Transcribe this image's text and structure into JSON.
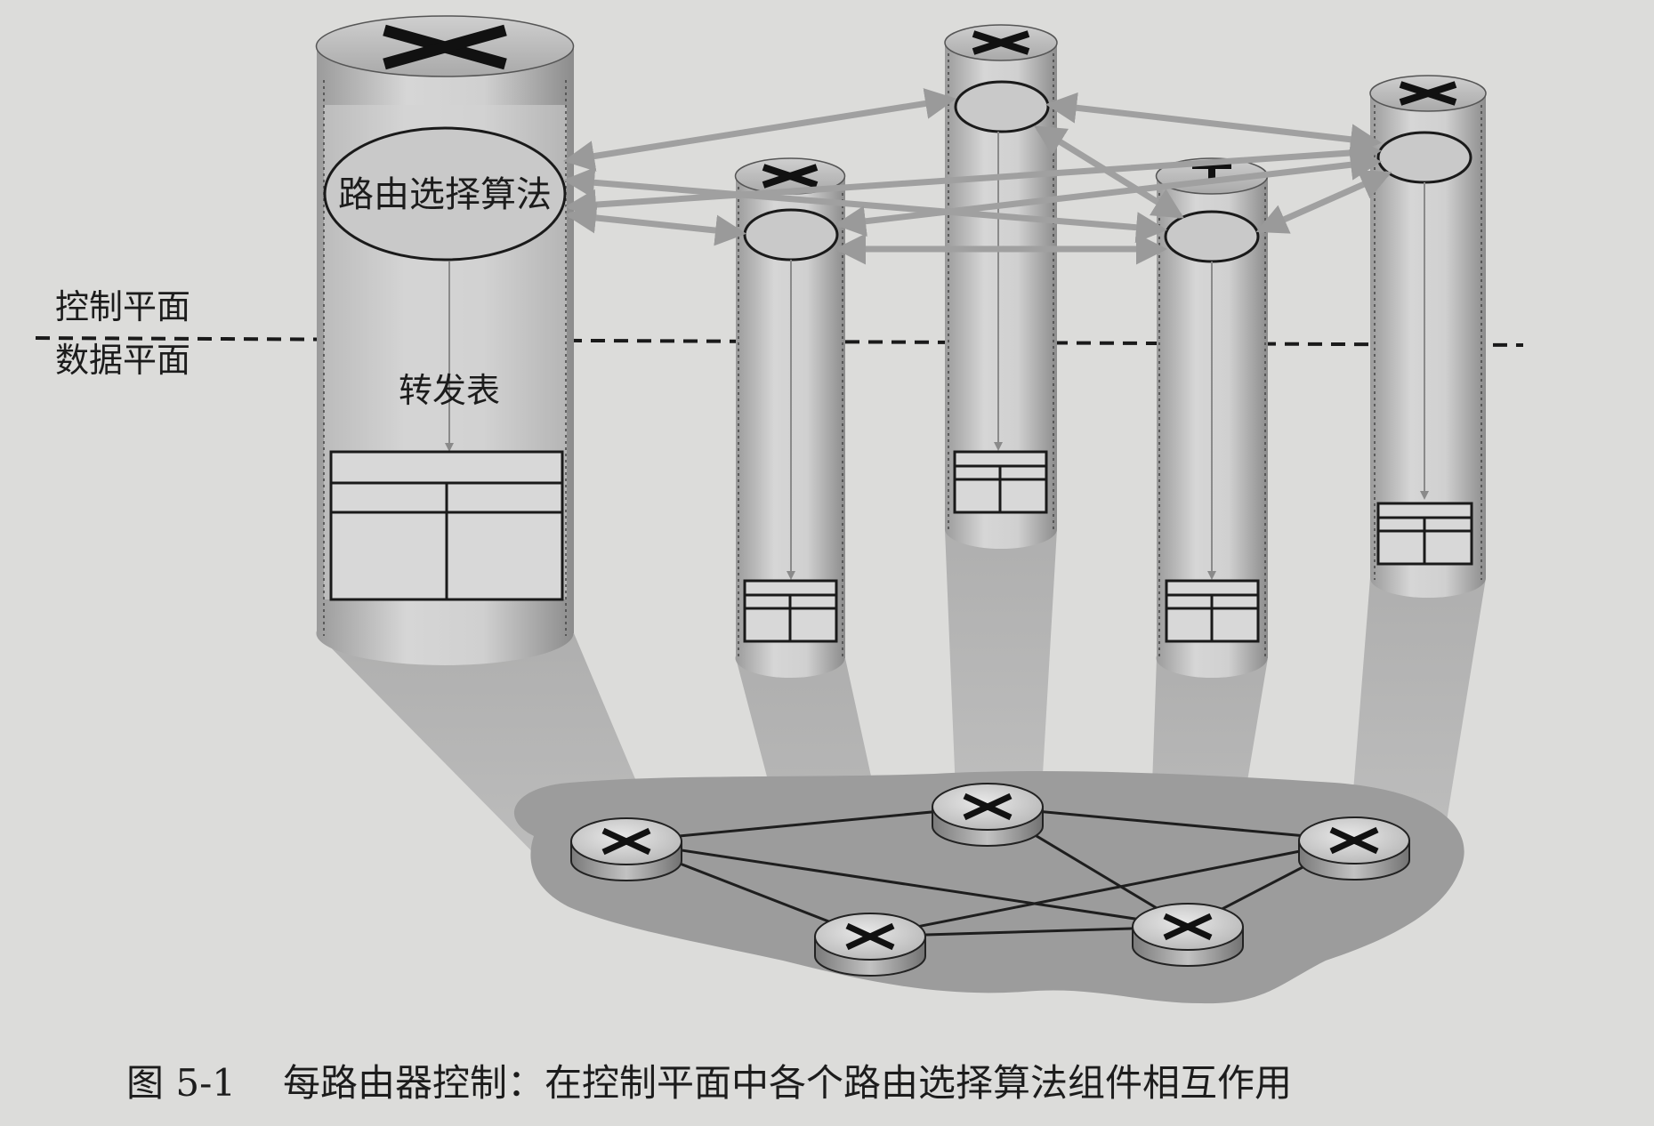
{
  "diagram": {
    "labels": {
      "algorithm": "路由选择算法",
      "control_plane": "控制平面",
      "data_plane": "数据平面",
      "forwarding_table": "转发表"
    },
    "caption": {
      "number": "图 5-1",
      "text": "每路由器控制：在控制平面中各个路由选择算法组件相互作用"
    }
  }
}
